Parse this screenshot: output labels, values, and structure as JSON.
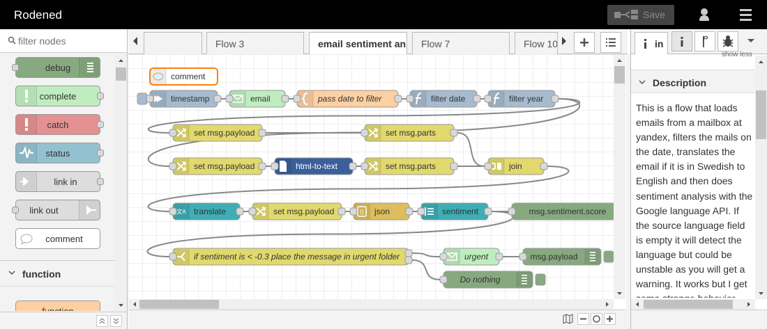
{
  "app": {
    "title": "Rodened"
  },
  "header": {
    "deploy_label": "Save"
  },
  "palette": {
    "search_placeholder": "filter nodes",
    "nodes": [
      {
        "label": "debug",
        "color": "#87a980"
      },
      {
        "label": "complete",
        "color": "#c0edc0"
      },
      {
        "label": "catch",
        "color": "#e49191"
      },
      {
        "label": "status",
        "color": "#94c1d0"
      },
      {
        "label": "link in",
        "color": "#dddddd"
      },
      {
        "label": "link out",
        "color": "#dddddd"
      },
      {
        "label": "comment",
        "color": "#ffffff"
      }
    ],
    "category": "function",
    "partial_node": "function"
  },
  "tabs": [
    {
      "label": "Flow 3"
    },
    {
      "label": "email sentiment an"
    },
    {
      "label": "Flow 7"
    },
    {
      "label": "Flow 10"
    }
  ],
  "flow": {
    "nodes": [
      {
        "id": "comment",
        "label": "comment",
        "color": "#ffffff"
      },
      {
        "id": "timestamp",
        "label": "timestamp",
        "color": "#a6bbcf"
      },
      {
        "id": "email",
        "label": "email",
        "color": "#c0edc0"
      },
      {
        "id": "pass",
        "label": "pass date to filter",
        "color": "#fdd0a2"
      },
      {
        "id": "fdate",
        "label": "filter date",
        "color": "#a6bbcf"
      },
      {
        "id": "fyear",
        "label": "filter year",
        "color": "#a6bbcf"
      },
      {
        "id": "set1",
        "label": "set msg.payload",
        "color": "#e2d96e"
      },
      {
        "id": "parts1",
        "label": "set msg.parts",
        "color": "#e2d96e"
      },
      {
        "id": "set2",
        "label": "set msg.payload",
        "color": "#e2d96e"
      },
      {
        "id": "html",
        "label": "html-to-text",
        "color": "#3a5f9a"
      },
      {
        "id": "parts2",
        "label": "set msg.parts",
        "color": "#e2d96e"
      },
      {
        "id": "join",
        "label": "join",
        "color": "#e2d96e"
      },
      {
        "id": "translate",
        "label": "translate",
        "color": "#3fadb5"
      },
      {
        "id": "set3",
        "label": "set msg.payload",
        "color": "#e2d96e"
      },
      {
        "id": "json",
        "label": "json",
        "color": "#debd5c"
      },
      {
        "id": "sentiment",
        "label": "sentiment",
        "color": "#3fadb5"
      },
      {
        "id": "score",
        "label": "msg.sentiment.score",
        "color": "#87a980"
      },
      {
        "id": "switch",
        "label": "if sentiment is < -0.3 place the message in urgent folder",
        "color": "#e2d96e"
      },
      {
        "id": "urgent",
        "label": "urgent",
        "color": "#c0edc0"
      },
      {
        "id": "mpayload",
        "label": "msg.payload",
        "color": "#87a980"
      },
      {
        "id": "nothing",
        "label": "Do nothing",
        "color": "#87a980"
      }
    ]
  },
  "sidebar": {
    "tab_label": "in",
    "show_less": "show less",
    "section_title": "Description",
    "description": "This is a flow that loads emails from a mailbox at yandex, filters the mails on the date, translates the email if it is in Swedish to English and then does sentiment analysis with the Google language API. If the source language field is empty it will detect the language but could be unstable as you will get a warning. It works but I get some strange behavior"
  }
}
